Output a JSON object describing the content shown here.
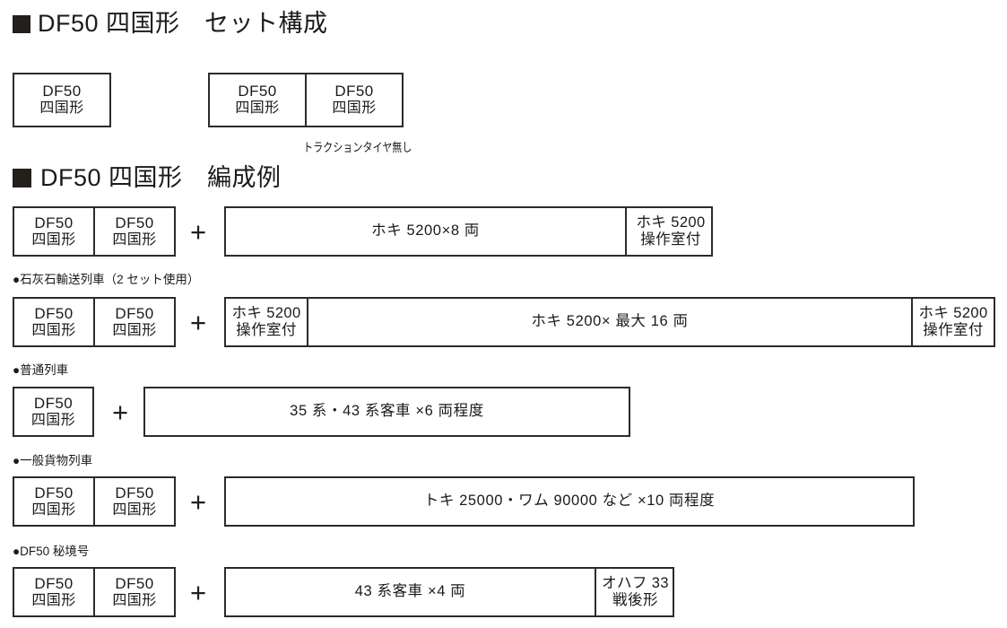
{
  "page": {
    "language": "ja",
    "background_color": "#ffffff",
    "line_color": "#2b2b2b",
    "text_color": "#1a1a1a"
  },
  "sections": {
    "set_composition": {
      "bullet": "■",
      "title": "DF50 四国形　セット構成",
      "single_box": {
        "line1": "DF50",
        "line2": "四国形"
      },
      "pair_box": [
        {
          "line1": "DF50",
          "line2": "四国形"
        },
        {
          "line1": "DF50",
          "line2": "四国形"
        }
      ],
      "annotation": "トラクションタイヤ無し"
    },
    "formation_examples": {
      "bullet": "■",
      "title": "DF50 四国形　編成例",
      "plus": "+",
      "rows": [
        {
          "label": "",
          "locos": [
            {
              "line1": "DF50",
              "line2": "四国形"
            },
            {
              "line1": "DF50",
              "line2": "四国形"
            }
          ],
          "consist": [
            {
              "line1": "ホキ 5200×8 両",
              "line2": ""
            },
            {
              "line1": "ホキ 5200",
              "line2": "操作室付"
            }
          ]
        },
        {
          "label": "●石灰石輸送列車（2 セット使用）",
          "locos": [
            {
              "line1": "DF50",
              "line2": "四国形"
            },
            {
              "line1": "DF50",
              "line2": "四国形"
            }
          ],
          "consist": [
            {
              "line1": "ホキ 5200",
              "line2": "操作室付"
            },
            {
              "line1": "ホキ 5200× 最大 16 両",
              "line2": ""
            },
            {
              "line1": "ホキ 5200",
              "line2": "操作室付"
            }
          ]
        },
        {
          "label": "●普通列車",
          "locos": [
            {
              "line1": "DF50",
              "line2": "四国形"
            }
          ],
          "consist": [
            {
              "line1": "35 系・43 系客車 ×6 両程度",
              "line2": ""
            }
          ]
        },
        {
          "label": "●一般貨物列車",
          "locos": [
            {
              "line1": "DF50",
              "line2": "四国形"
            },
            {
              "line1": "DF50",
              "line2": "四国形"
            }
          ],
          "consist": [
            {
              "line1": "トキ 25000・ワム 90000 など ×10 両程度",
              "line2": ""
            }
          ]
        },
        {
          "label": "●DF50 秘境号",
          "locos": [
            {
              "line1": "DF50",
              "line2": "四国形"
            },
            {
              "line1": "DF50",
              "line2": "四国形"
            }
          ],
          "consist": [
            {
              "line1": "43 系客車 ×4 両",
              "line2": ""
            },
            {
              "line1": "オハフ 33",
              "line2": "戦後形"
            }
          ]
        }
      ]
    }
  }
}
